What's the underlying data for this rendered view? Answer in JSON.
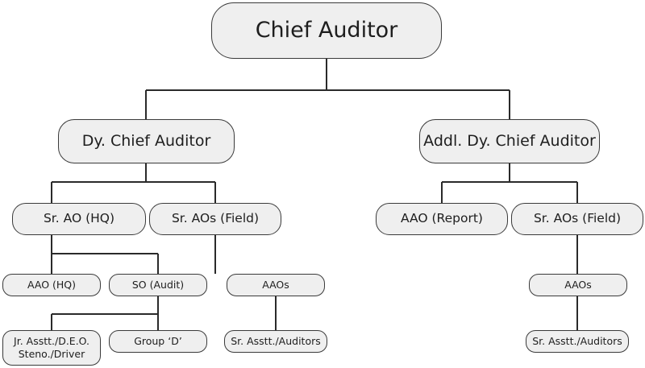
{
  "org_chart": {
    "chief": "Chief Auditor",
    "dy_chief": "Dy. Chief Auditor",
    "addl_dy_chief": "Addl. Dy. Chief Auditor",
    "sr_ao_hq": "Sr. AO (HQ)",
    "sr_aos_field_left": "Sr. AOs (Field)",
    "aao_report": "AAO (Report)",
    "sr_aos_field_right": "Sr. AOs (Field)",
    "aao_hq": "AAO (HQ)",
    "so_audit": "SO (Audit)",
    "aaos_left": "AAOs",
    "aaos_right": "AAOs",
    "jr_asstt_line1": "Jr. Asstt./D.E.O.",
    "jr_asstt_line2": "Steno./Driver",
    "group_d": "Group ‘D’",
    "sr_asstt_left": "Sr. Asstt./Auditors",
    "sr_asstt_right": "Sr. Asstt./Auditors"
  },
  "colors": {
    "box_fill": "#efefef",
    "stroke": "#3a3a3a",
    "text": "#1e1e1e"
  }
}
